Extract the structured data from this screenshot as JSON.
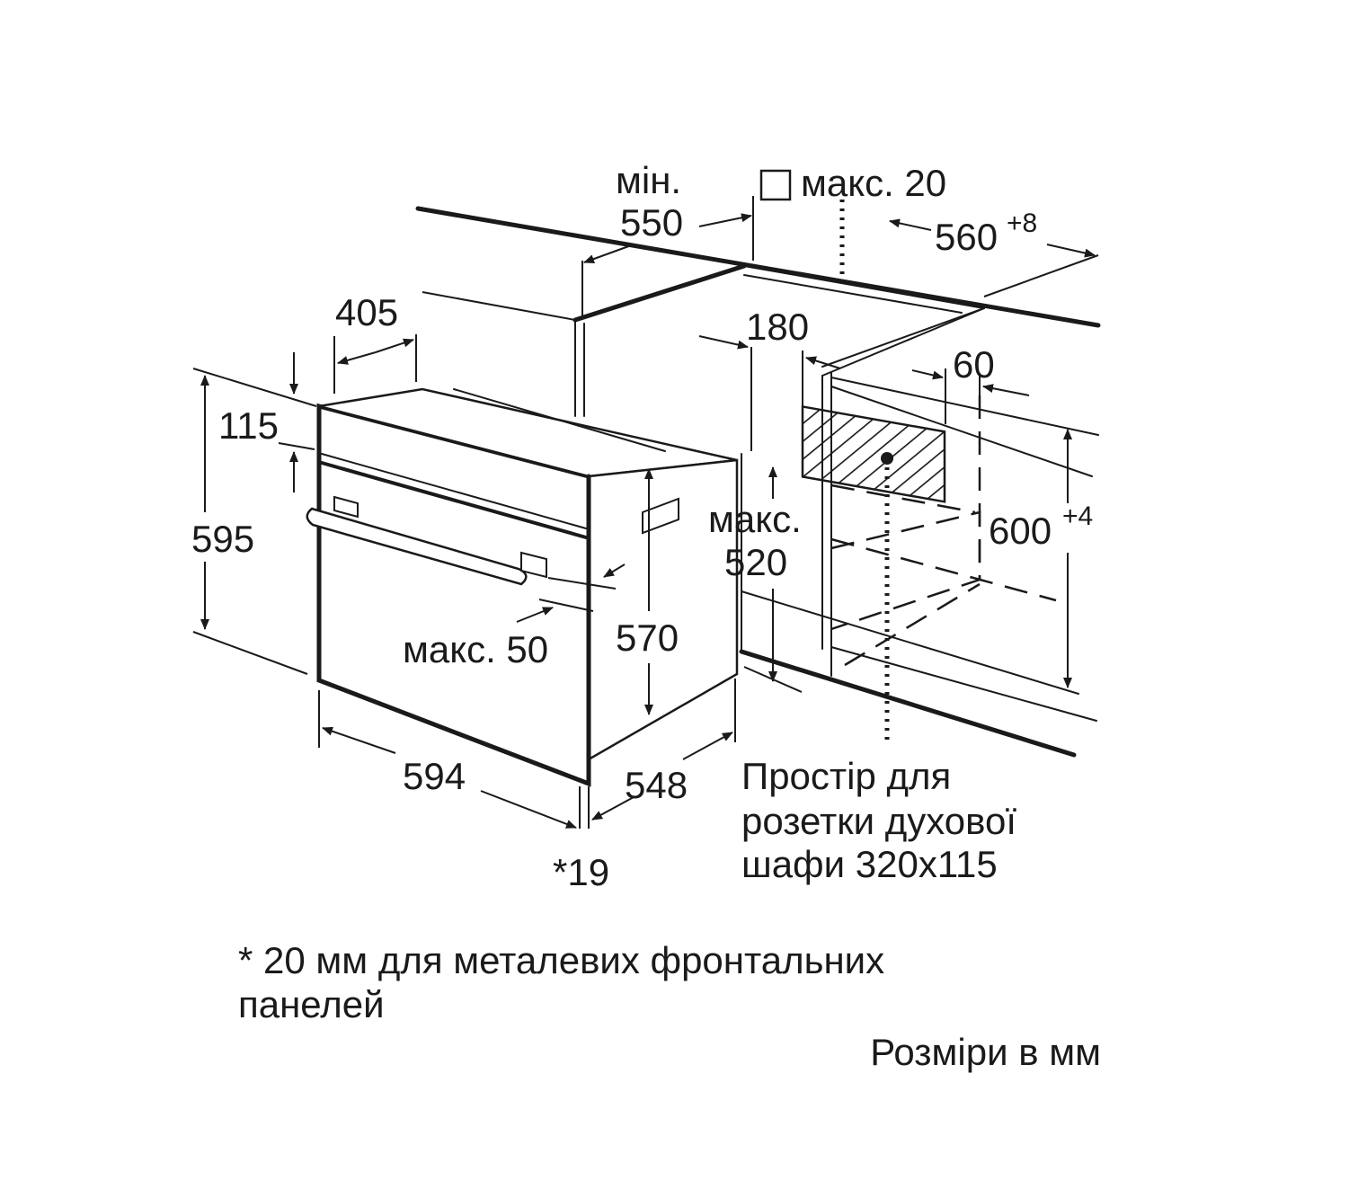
{
  "labels": {
    "min": "мін.",
    "d550": "550",
    "max20": "макс. 20",
    "d560": "560",
    "d560_tol": "+8",
    "d405": "405",
    "d180": "180",
    "d60": "60",
    "d115": "115",
    "d595": "595",
    "max_520_a": "макс.",
    "max_520_b": "520",
    "d600": "600",
    "d600_tol": "+4",
    "max50": "макс. 50",
    "d570": "570",
    "d594": "594",
    "d548": "548",
    "d19": "*19",
    "socket_1": "Простір для",
    "socket_2": "розетки духової",
    "socket_3": "шафи 320x115"
  },
  "notes": {
    "footnote_1": "* 20 мм для металевих фронтальних",
    "footnote_2": "панелей",
    "units": "Розміри в мм"
  },
  "colors": {
    "ink": "#1a1a1a",
    "background": "#ffffff"
  }
}
